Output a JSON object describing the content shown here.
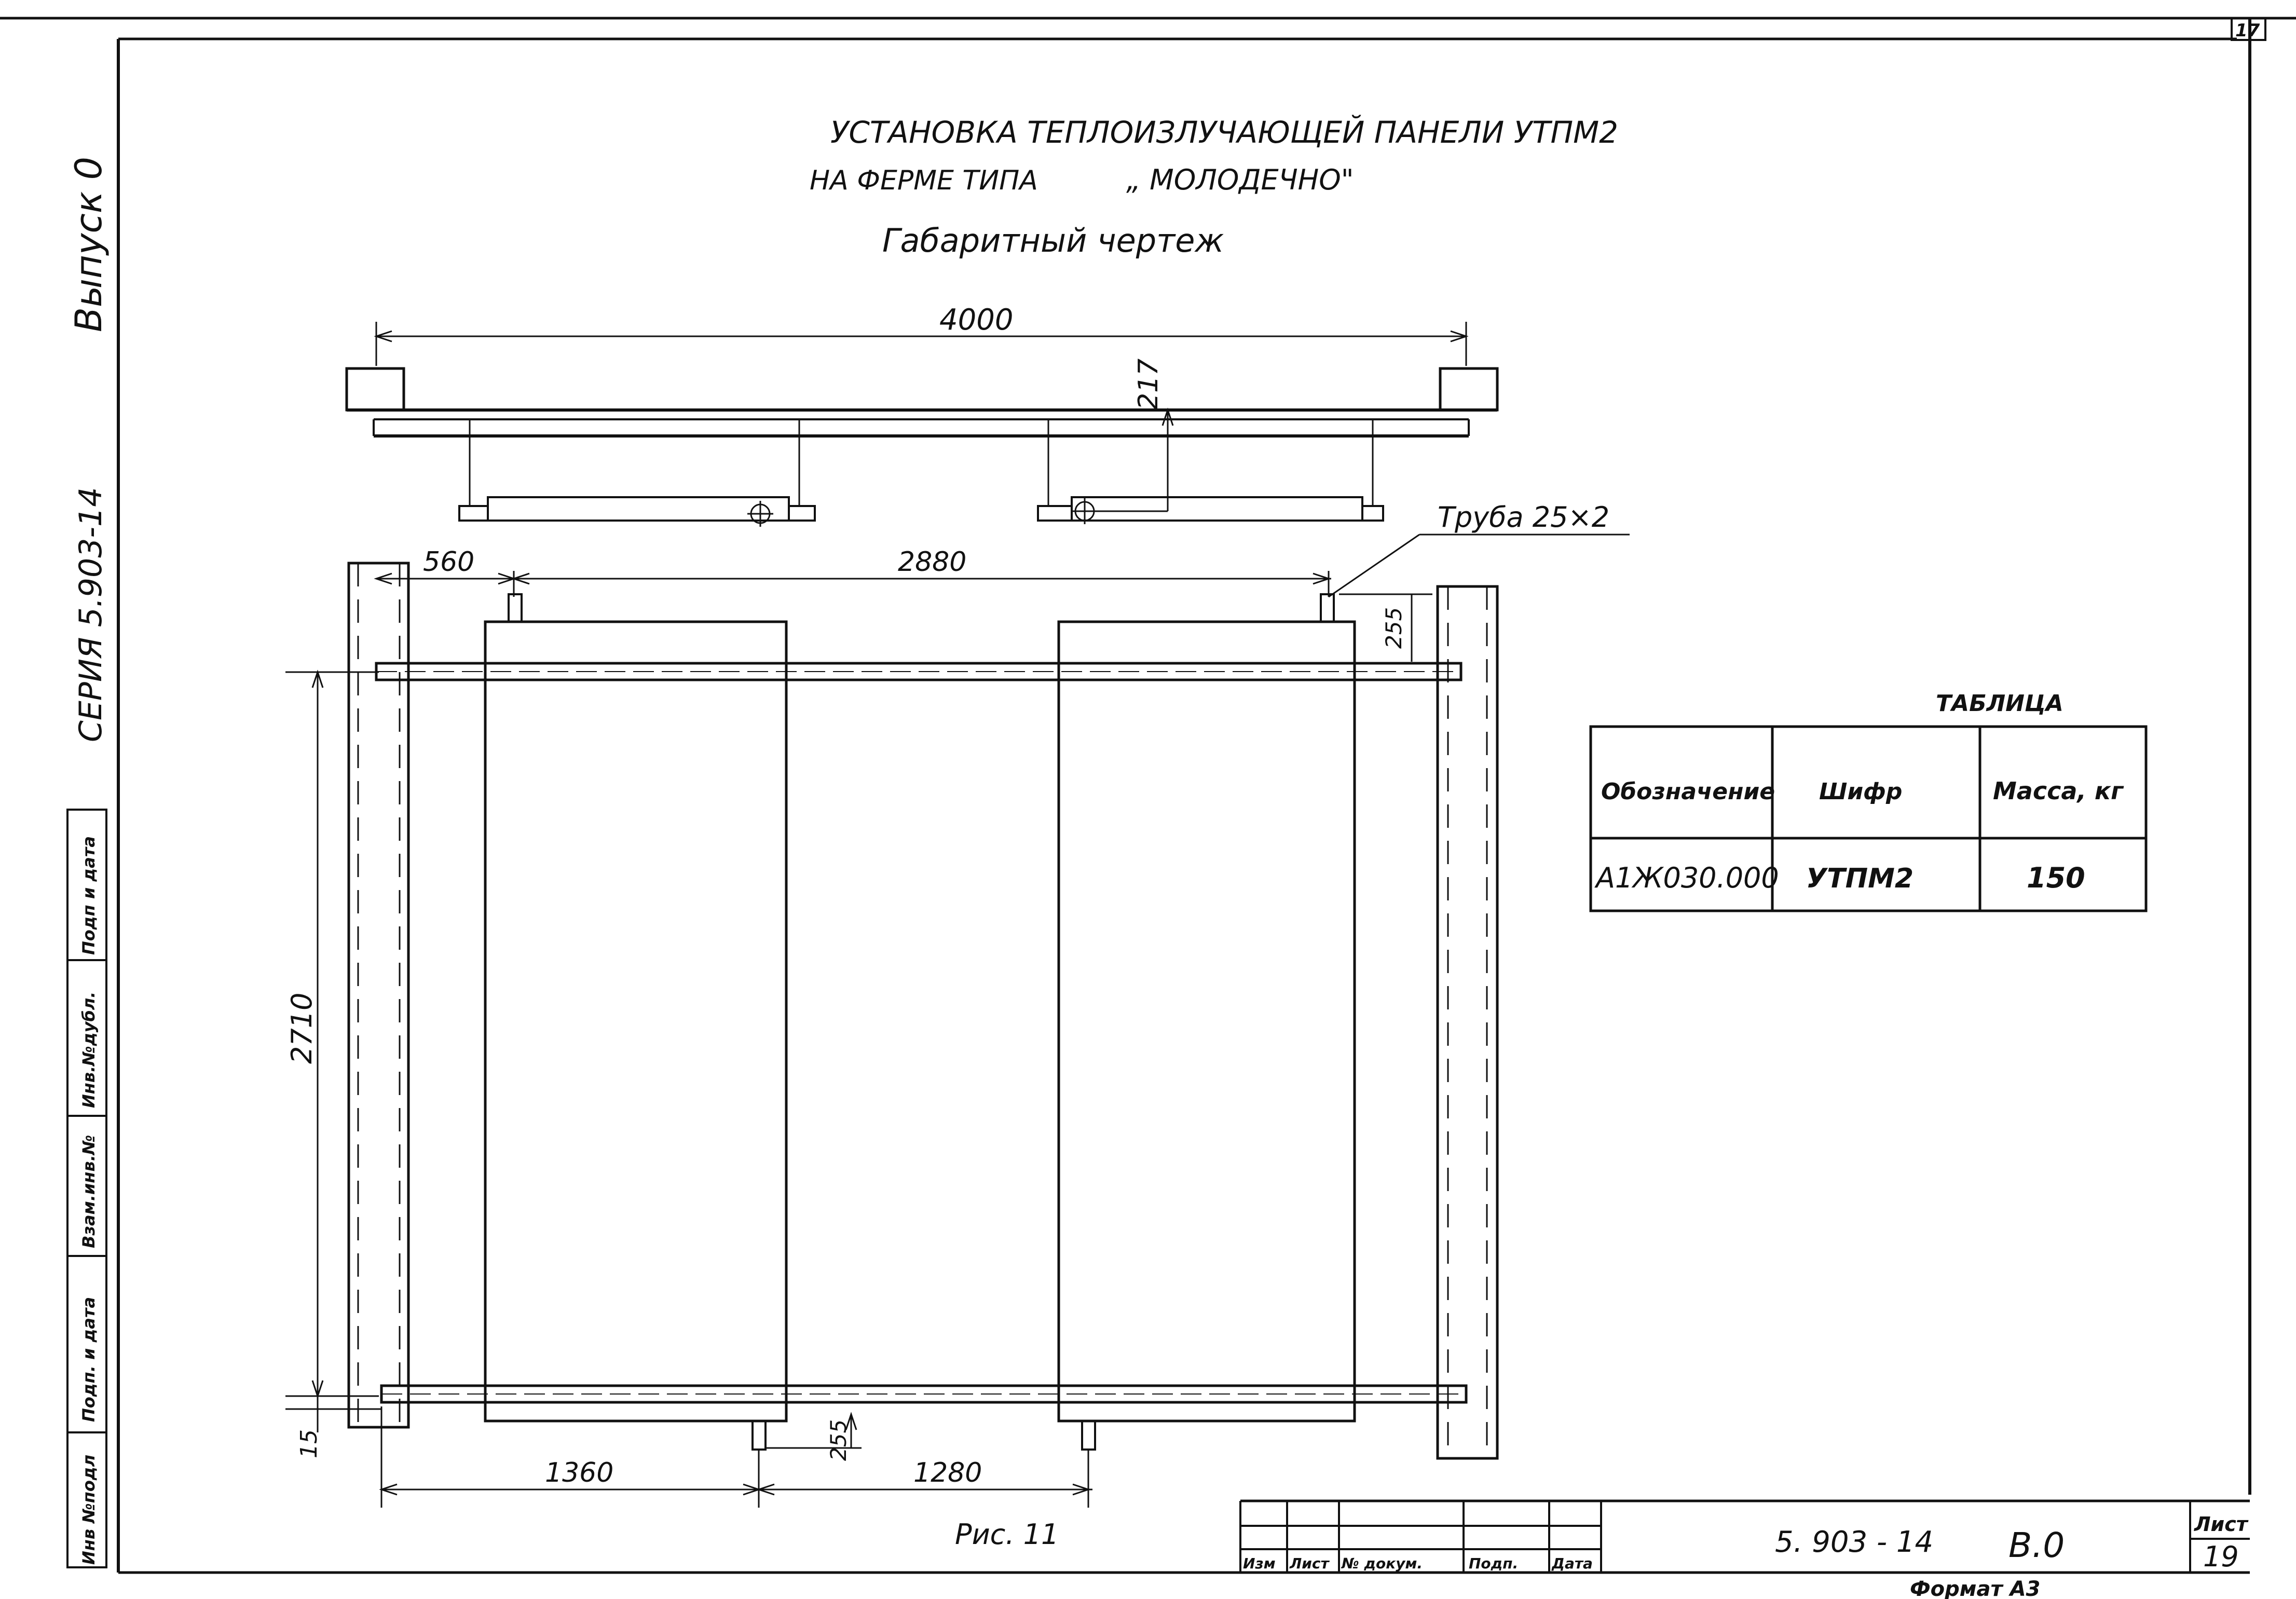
{
  "sheet_corner_number": "17",
  "title": {
    "line1": "УСТАНОВКА ТЕПЛОИЗЛУЧАЮЩЕЙ ПАНЕЛИ УТПМ2",
    "line2_left": "НА ФЕРМЕ ТИПА",
    "line2_right": "„ МОЛОДЕЧНО\"",
    "line3": "Габаритный чертеж"
  },
  "side_labels": {
    "issue": "Выпуск 0",
    "series": "СЕРИЯ 5.903-14"
  },
  "side_stamp": [
    "Инв №подл",
    "Подп. и дата",
    "Взам.инв.№",
    "Инв.№дубл.",
    "Подп и дата"
  ],
  "dimensions": {
    "overall_width": "4000",
    "height_top": "217",
    "left_offset": "560",
    "pipe_span": "2880",
    "pipe_rise_top": "255",
    "panel_height": "2710",
    "bottom_gap": "15",
    "bottom_left": "1360",
    "bottom_right": "1280",
    "pipe_rise_bottom": "255"
  },
  "pipe_callout": "Труба 25×2",
  "figure_caption": "Рис. 11",
  "table": {
    "caption": "ТАБЛИЦА",
    "headers": [
      "Обозначение",
      "Шифр",
      "Масса, кг"
    ],
    "rows": [
      [
        "А1Ж030.000",
        "УТПМ2",
        "150"
      ]
    ]
  },
  "title_block": {
    "column_labels": [
      "Изм",
      "Лист",
      "№ докум.",
      "Подп.",
      "Дата"
    ],
    "document_code": "5. 903 - 14",
    "issue": "В.0",
    "sheet_label": "Лист",
    "sheet_number": "19",
    "format": "Формат А3"
  }
}
